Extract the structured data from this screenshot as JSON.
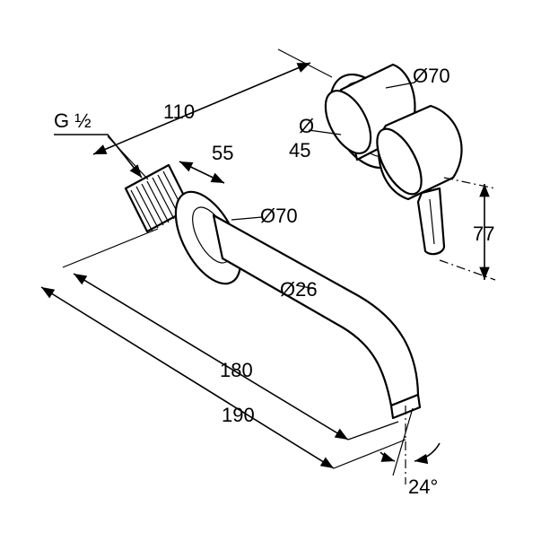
{
  "drawing": {
    "dim_110": "110",
    "dim_55": "55",
    "dim_thread": "G ½",
    "dim_dia70_top": "Ø70",
    "dim_dia45_symbol": "Ø",
    "dim_dia45_value": "45",
    "dim_dia70_spout": "Ø70",
    "dim_dia26": "Ø26",
    "dim_77": "77",
    "dim_180": "180",
    "dim_190": "190",
    "dim_angle": "24°"
  }
}
